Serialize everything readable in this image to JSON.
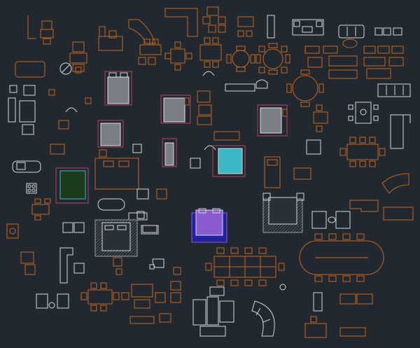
{
  "canvas": {
    "background": "#212830",
    "colors": {
      "orange": "#c8661c",
      "white": "#d8d8d8",
      "pink": "#c0406a",
      "cyan": "#3ab6c4",
      "darkgreen": "#1c3a1c",
      "purple": "#8a5cd0",
      "navy": "#2020a0",
      "hatch": "#9aa0a8"
    }
  },
  "symbols": {
    "counts": {
      "beds": 10,
      "dining_sets": 12,
      "sofas": 16,
      "chairs": 40
    }
  }
}
